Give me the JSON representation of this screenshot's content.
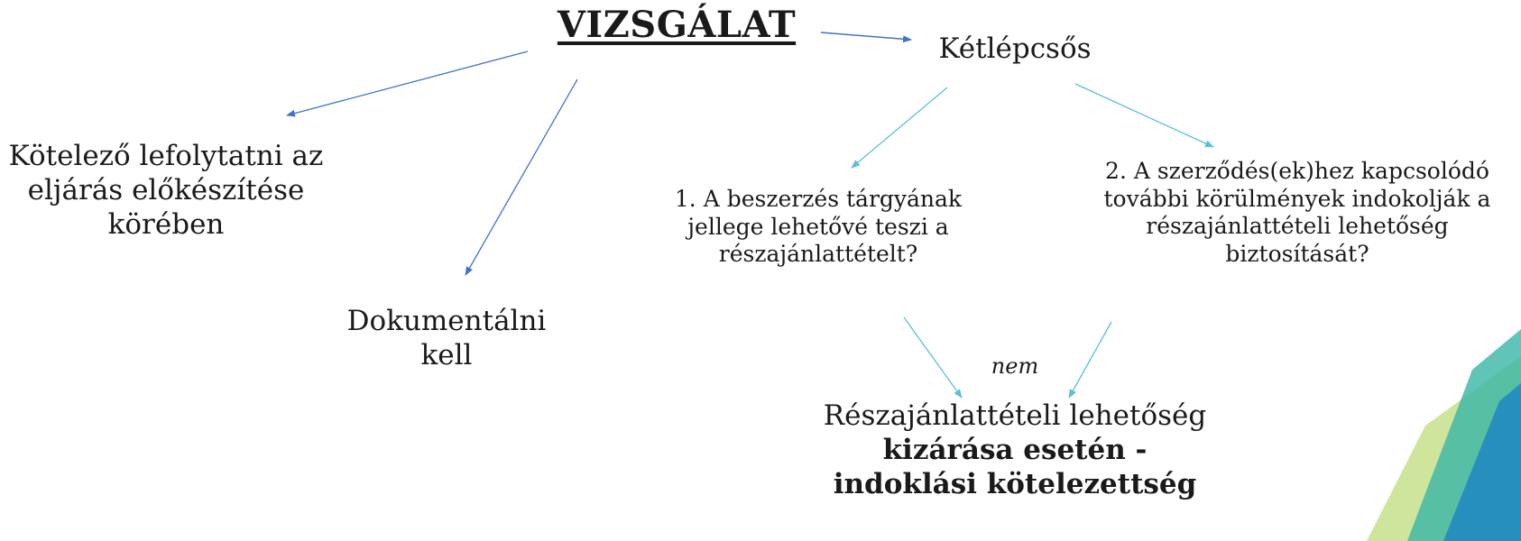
{
  "title": "VIZSGÁLAT",
  "two_step": "Kétlépcsős",
  "mandatory": "Kötelező lefolytatni az eljárás előkészítése körében",
  "document_it": "Dokumentálni kell",
  "question_1": "1. A beszerzés tárgyának jellege lehetővé teszi a részajánlattételt?",
  "question_2": "2. A szerződés(ek)hez kapcsolódó további körülmények indokolják a részajánlattételi lehetőség biztosítását?",
  "edge_label_no": "nem",
  "result": {
    "line1": "Részajánlattételi lehetőség",
    "line2": "kizárása esetén -",
    "line3": "indoklási kötelezettség"
  },
  "colors": {
    "primary_arrow": "#4472c4",
    "secondary_arrow": "#5bc0d5",
    "decor_green_light": "#c5e08a",
    "decor_teal": "#3ab5a6",
    "decor_blue": "#1f86c2"
  }
}
